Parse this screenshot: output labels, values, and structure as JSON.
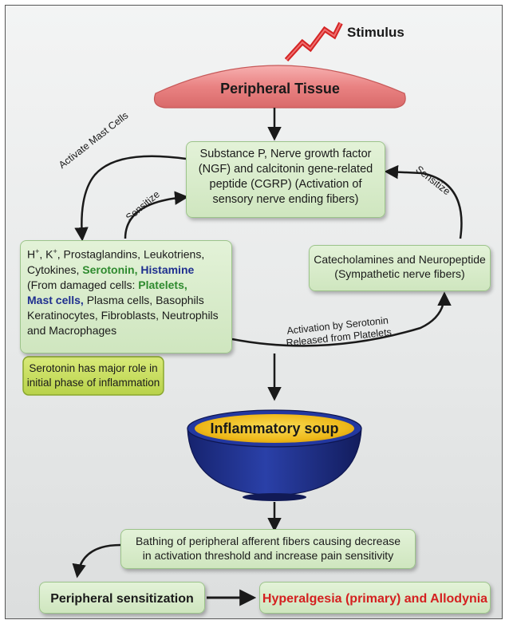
{
  "stimulus": "Stimulus",
  "tissue": "Peripheral Tissue",
  "mediators": {
    "line1": "Substance P, Nerve growth factor",
    "line2": "(NGF) and calcitonin gene-related",
    "line3": "peptide (CGRP) (Activation of",
    "line4": "sensory nerve ending fibers)"
  },
  "labels": {
    "activate_mast": "Activate Mast Cells",
    "sensitize_left": "Sensitize",
    "sensitize_right": "Sensitize",
    "activation_serotonin_1": "Activation by Serotonin",
    "activation_serotonin_2": "Released from Platelets"
  },
  "left_box": {
    "ions_h": "H",
    "ions_k": ", K",
    "ions_rest": ", Prostaglandins, Leukotriens,",
    "cytokines": "Cytokines,",
    "serotonin": "Serotonin,",
    "histamine": "Histamine",
    "from_damaged": "(From damaged cells:",
    "platelets": "Platelets,",
    "mast_cells": "Mast cells,",
    "plasma": "Plasma cells, Basophils",
    "line5": "Keratinocytes, Fibroblasts, Neutrophils",
    "line6": "and Macrophages"
  },
  "right_box": {
    "line1": "Catecholamines and Neuropeptide",
    "line2": "(Sympathetic nerve fibers)"
  },
  "note": {
    "line1": "Serotonin has major role in",
    "line2": "initial phase of inflammation"
  },
  "soup": "Inflammatory soup",
  "bathing": {
    "line1": "Bathing of peripheral afferent fibers causing decrease",
    "line2": "in activation threshold and increase pain sensitivity"
  },
  "sensitization": "Peripheral sensitization",
  "outcome": "Hyperalgesia (primary) and Allodynia",
  "colors": {
    "green_text": "#2e8a2e",
    "blue_text": "#1f2f8f",
    "red_text": "#d42020",
    "box_fill": "#d8ecc9",
    "bowl_blue": "#1e2f8a",
    "soup_yellow": "#f2c51c",
    "tissue_pink": "#e98282"
  }
}
